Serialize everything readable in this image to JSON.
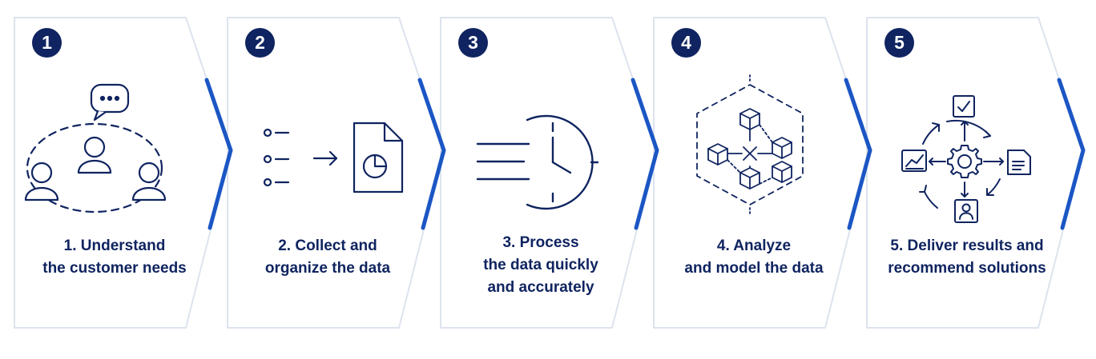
{
  "steps": [
    {
      "number": "1",
      "icon": "customer-needs-icon",
      "lines": [
        "1. Understand",
        "the customer needs"
      ]
    },
    {
      "number": "2",
      "icon": "collect-data-icon",
      "lines": [
        "2. Collect and",
        "organize the data"
      ]
    },
    {
      "number": "3",
      "icon": "fast-clock-icon",
      "lines": [
        "3. Process",
        "the data quickly",
        "and accurately"
      ]
    },
    {
      "number": "4",
      "icon": "data-model-cubes-icon",
      "lines": [
        "4. Analyze",
        "and model the data"
      ]
    },
    {
      "number": "5",
      "icon": "deliver-results-cycle-icon",
      "lines": [
        "5. Deliver results and",
        "recommend solutions"
      ]
    }
  ],
  "colors": {
    "navy": "#0f2460",
    "accent_blue": "#1b56c4",
    "card_border": "#dde3ee"
  }
}
